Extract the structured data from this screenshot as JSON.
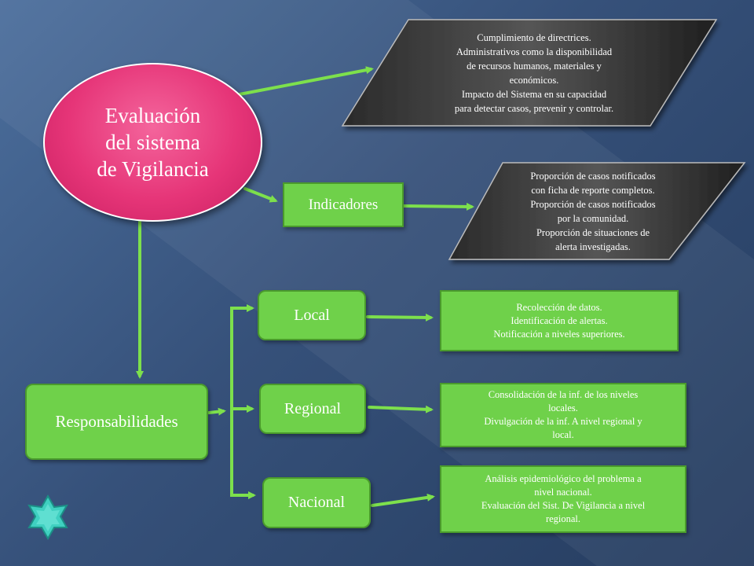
{
  "main_node": {
    "lines": [
      "Evaluación",
      "del sistema",
      "de Vigilancia"
    ]
  },
  "top_box": {
    "lines": [
      "Cumplimiento  de directrices.",
      "Administrativos como la disponibilidad",
      "de recursos humanos, materiales y",
      "económicos.",
      "Impacto del Sistema en su capacidad",
      "para detectar casos, prevenir y controlar."
    ]
  },
  "indicadores": {
    "label": "Indicadores",
    "lines": [
      "Proporción de casos notificados",
      "con ficha de reporte completos.",
      "Proporción de casos notificados",
      "por la comunidad.",
      "Proporción de situaciones  de",
      "alerta investigadas."
    ]
  },
  "responsabilidades": {
    "label": "Responsabilidades"
  },
  "levels": [
    {
      "label": "Local",
      "lines": [
        "Recolección de datos.",
        "Identificación de alertas.",
        "Notificación a niveles superiores."
      ]
    },
    {
      "label": "Regional",
      "lines": [
        "Consolidación de la inf. de los niveles",
        "locales.",
        "Divulgación de la inf. A nivel regional y",
        "local."
      ]
    },
    {
      "label": "Nacional",
      "lines": [
        "Análisis epidemiológico   del problema a",
        "nivel nacional.",
        "Evaluación  del Sist. De Vigilancia   a nivel",
        "regional."
      ]
    }
  ],
  "colors": {
    "green": "#6fd14a",
    "pink": "#e63578",
    "background": "#36517a",
    "teal_star": "#3fd0c0"
  },
  "icons": {
    "nav_star": "star-icon"
  }
}
